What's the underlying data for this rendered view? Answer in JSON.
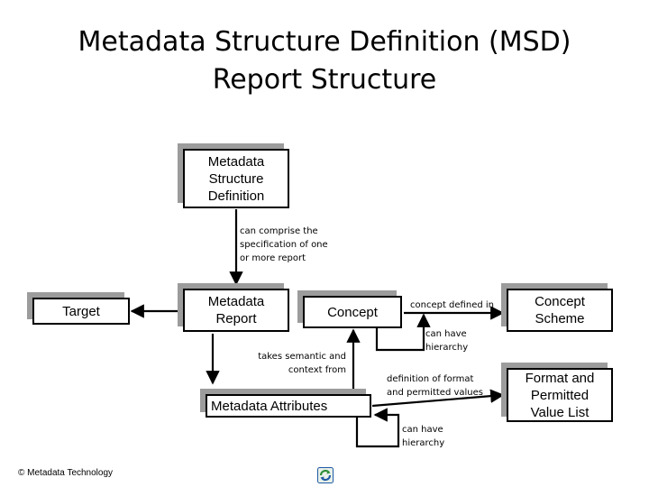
{
  "title": {
    "line1": "Metadata Structure Definition (MSD)",
    "line2": "Report Structure"
  },
  "boxes": {
    "msd": "Metadata\nStructure\nDefinition",
    "target": "Target",
    "metadata_report": "Metadata\nReport",
    "concept": "Concept",
    "concept_scheme": "Concept\nScheme",
    "metadata_attributes": "Metadata Attributes",
    "format_list": "Format and\nPermitted\nValue List"
  },
  "labels": {
    "can_comprise": "can comprise the\nspecification of one\nor more report",
    "concept_defined_in": "concept defined in",
    "can_have_hierarchy_1": "can have\nhierarchy",
    "takes_semantic": "takes semantic and\ncontext from",
    "definition_of_format": "definition of format\nand permitted values",
    "can_have_hierarchy_2": "can have\nhierarchy"
  },
  "footer": {
    "copyright": "© Metadata Technology",
    "logo_icon": "refresh-logo-icon"
  },
  "colors": {
    "box_shadow": "#9c9c9c",
    "line": "#000000",
    "logo_green": "#2f8f3a",
    "logo_blue": "#1f5aa6"
  }
}
